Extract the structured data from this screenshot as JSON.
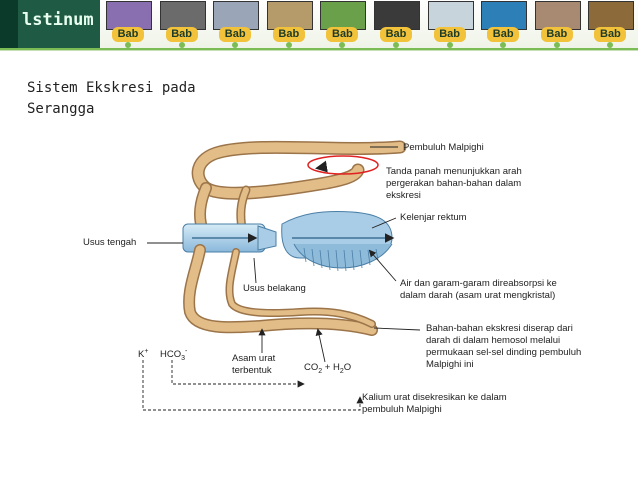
{
  "header": {
    "logo_text": "lstinum",
    "nav_items": [
      {
        "label": "Bab",
        "thumb_color": "#8a6fb0",
        "icon": "microscope-image-icon"
      },
      {
        "label": "Bab",
        "thumb_color": "#6b6b6b",
        "icon": "cell-image-icon"
      },
      {
        "label": "Bab",
        "thumb_color": "#9aa6b8",
        "icon": "skeleton-image-icon"
      },
      {
        "label": "Bab",
        "thumb_color": "#b59a6a",
        "icon": "animal-image-icon"
      },
      {
        "label": "Bab",
        "thumb_color": "#6aa04a",
        "icon": "plants-image-icon"
      },
      {
        "label": "Bab",
        "thumb_color": "#3a3a3a",
        "icon": "xray-image-icon"
      },
      {
        "label": "Bab",
        "thumb_color": "#c8d4dc",
        "icon": "lab-image-icon"
      },
      {
        "label": "Bab",
        "thumb_color": "#2d7fb8",
        "icon": "globe-image-icon"
      },
      {
        "label": "Bab",
        "thumb_color": "#a88a72",
        "icon": "mammal-image-icon"
      },
      {
        "label": "Bab",
        "thumb_color": "#8c6a3a",
        "icon": "people-image-icon"
      }
    ],
    "accent_color": "#7cbc55",
    "label_color": "#f2c23a"
  },
  "page": {
    "title": "Sistem Ekskresi pada\nSerangga"
  },
  "diagram": {
    "labels": {
      "pembuluh_malpighi": "Pembuluh Malpighi",
      "tanda_panah": "Tanda panah menunjukkan arah pergerakan bahan-bahan dalam ekskresi",
      "kelenjar_rektum": "Kelenjar rektum",
      "usus_tengah": "Usus tengah",
      "usus_belakang": "Usus belakang",
      "air_garam": "Air dan garam-garam direabsorpsi ke dalam darah (asam urat mengkristal)",
      "bahan_bahan": "Bahan-bahan ekskresi diserap dari darah di dalam hemosol melalui permukaan sel-sel dinding pembuluh Malpighi ini",
      "k_ion": "K",
      "k_sup": "+",
      "hco3": "HCO",
      "hco3_sub": "3",
      "hco3_sup": "-",
      "asam_urat": "Asam urat terbentuk",
      "co2": "CO",
      "co2_sub": "2",
      "plus_h": " + H",
      "h2o_sub": "2",
      "o": "O",
      "kalium_urat": "Kalium urat disekresikan ke dalam pembuluh Malpighi"
    },
    "colors": {
      "tubule": "#d9b27e",
      "tubule_edge": "#9b7449",
      "gut": "#a9cde6",
      "gut_edge": "#4a7fa6",
      "highlight_ellipse": "#e02020"
    }
  }
}
